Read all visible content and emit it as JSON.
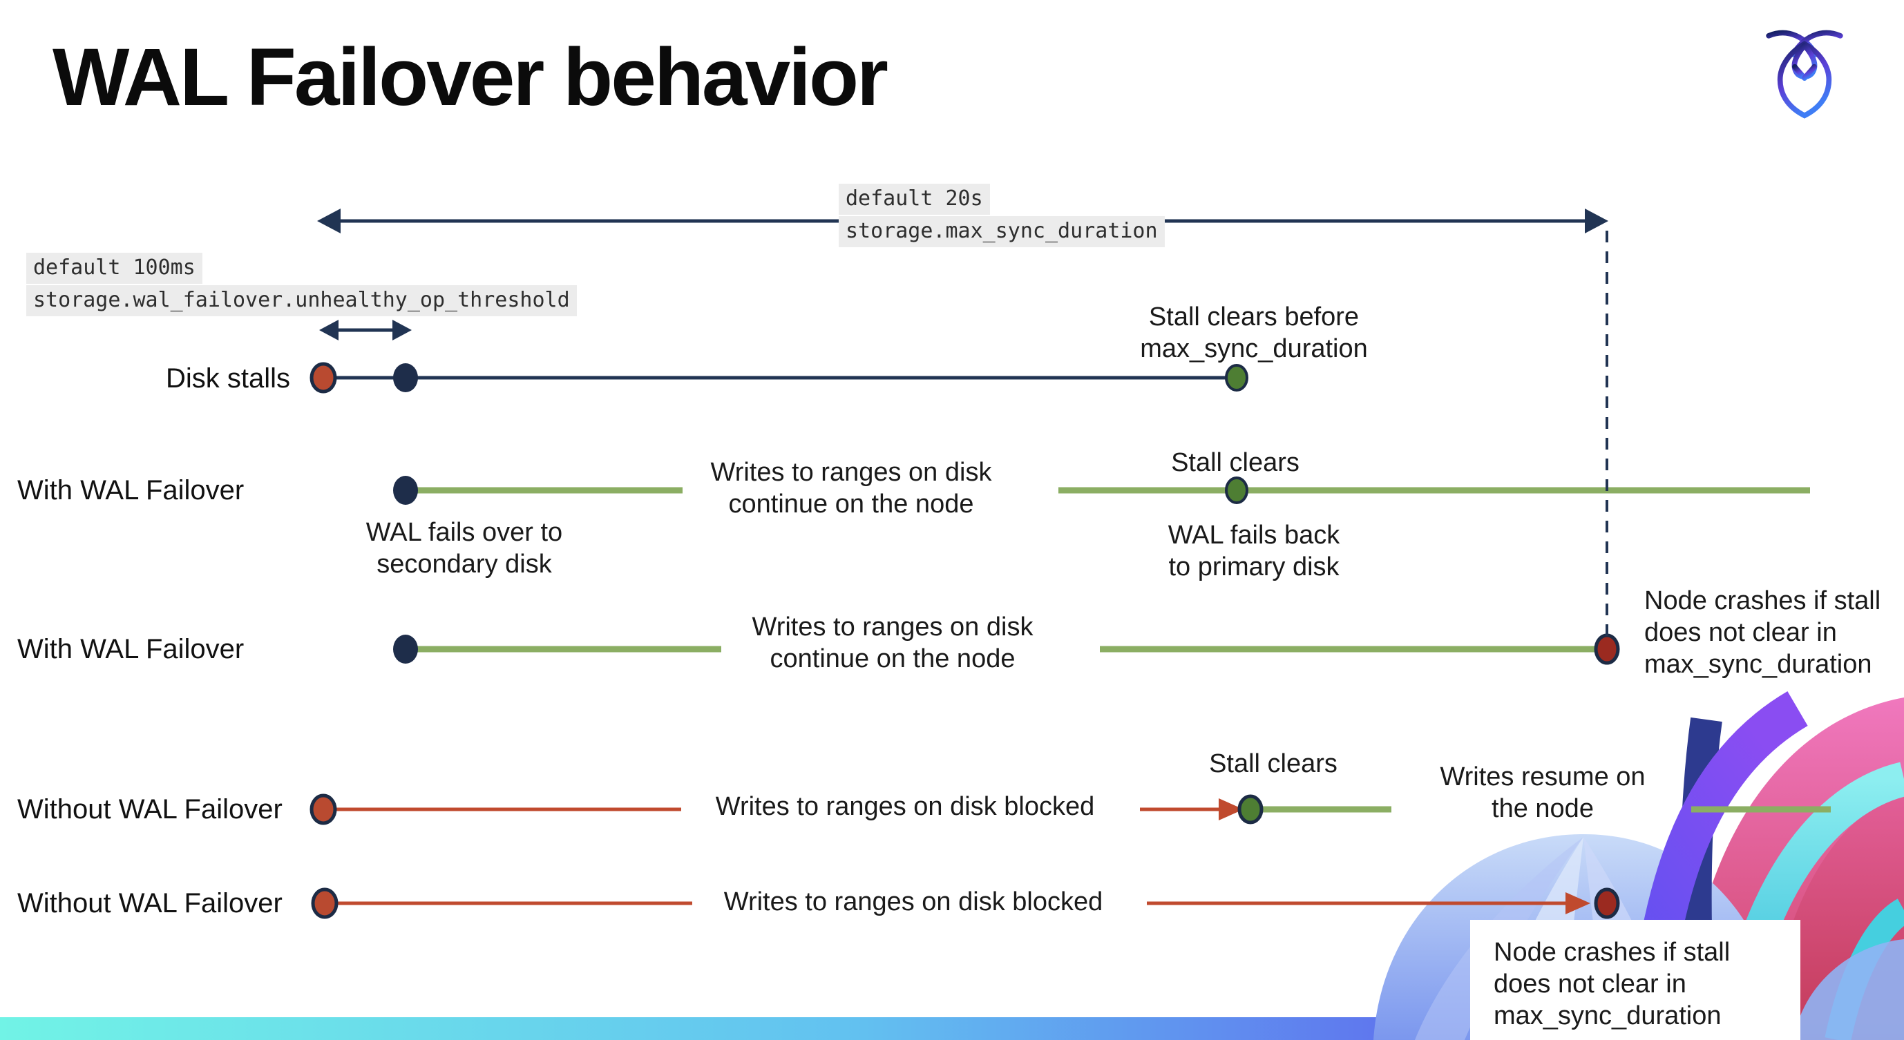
{
  "title": "WAL Failover behavior",
  "settings": {
    "max_sync": {
      "default_label": "default 20s",
      "setting_name": "storage.max_sync_duration"
    },
    "unhealthy_op": {
      "default_label": "default 100ms",
      "setting_name": "storage.wal_failover.unhealthy_op_threshold"
    }
  },
  "rows": {
    "disk_stalls": {
      "label": "Disk stalls"
    },
    "with_wal_1": {
      "label": "With WAL Failover"
    },
    "with_wal_2": {
      "label": "With WAL Failover"
    },
    "without_wal_1": {
      "label": "Without WAL Failover"
    },
    "without_wal_2": {
      "label": "Without WAL Failover"
    }
  },
  "annotations": {
    "stall_clears_before": "Stall clears before\nmax_sync_duration",
    "wal_fails_over": "WAL fails over to\nsecondary disk",
    "writes_continue": "Writes to ranges on disk\ncontinue on the node",
    "stall_clears": "Stall clears",
    "wal_fails_back": "WAL fails  back\nto primary disk",
    "node_crashes": "Node crashes if stall\ndoes not clear in\nmax_sync_duration",
    "writes_blocked": "Writes to ranges on disk  blocked",
    "writes_resume": "Writes resume on\nthe node"
  },
  "icons": {
    "logo": "cockroachdb-roach-logo"
  },
  "colors": {
    "navy": "#213353",
    "navy_dot": "#1e2d4a",
    "dot_ring": "#1c2b45",
    "red_line": "#c04a2e",
    "red_dot": "#b94a30",
    "crash_dot": "#9b2a20",
    "green_line": "#8bae63",
    "green_dot": "#4e7e33",
    "label_bg": "#ececec",
    "bar_gradient": [
      "#71f3e6",
      "#62c1f0",
      "#5e68ee",
      "#7e4be6"
    ]
  }
}
